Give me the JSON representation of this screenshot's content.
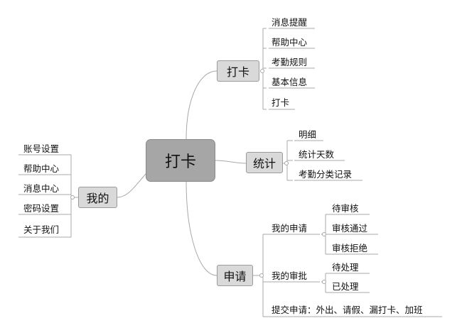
{
  "root": "打卡",
  "branches": {
    "daka": {
      "label": "打卡",
      "items": [
        "消息提醒",
        "帮助中心",
        "考勤规则",
        "基本信息",
        "打卡"
      ]
    },
    "tongji": {
      "label": "统计",
      "items": [
        "明细",
        "统计天数",
        "考勤分类记录"
      ]
    },
    "shenqing": {
      "label": "申请",
      "my_apply": {
        "label": "我的申请",
        "items": [
          "待审核",
          "审核通过",
          "审核拒绝"
        ]
      },
      "my_approve": {
        "label": "我的审批",
        "items": [
          "待处理",
          "已处理"
        ]
      },
      "submit": "提交申请：外出、请假、漏打卡、加班"
    },
    "wode": {
      "label": "我的",
      "items": [
        "账号设置",
        "帮助中心",
        "消息中心",
        "密码设置",
        "关于我们"
      ]
    }
  }
}
